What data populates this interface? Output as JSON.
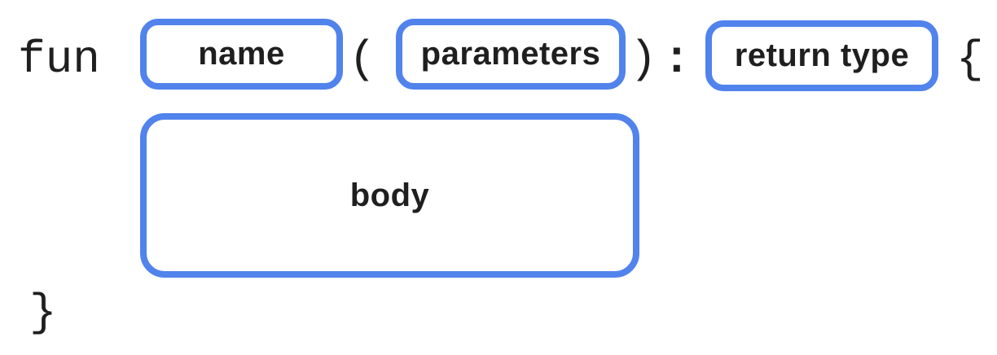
{
  "diagram": {
    "description": "Kotlin function definition syntax diagram",
    "keyword": "fun",
    "punctuation": {
      "open_paren": "(",
      "close_paren": ")",
      "colon": ":",
      "open_brace": "{",
      "close_brace": "}"
    },
    "placeholders": {
      "name": "name",
      "parameters": "parameters",
      "return_type": "return type",
      "body": "body"
    },
    "colors": {
      "placeholder_border": "#5183EC",
      "placeholder_background": "#FFFFFF",
      "text": "#1F1F1F",
      "page_background": "#FFFFFF"
    }
  }
}
